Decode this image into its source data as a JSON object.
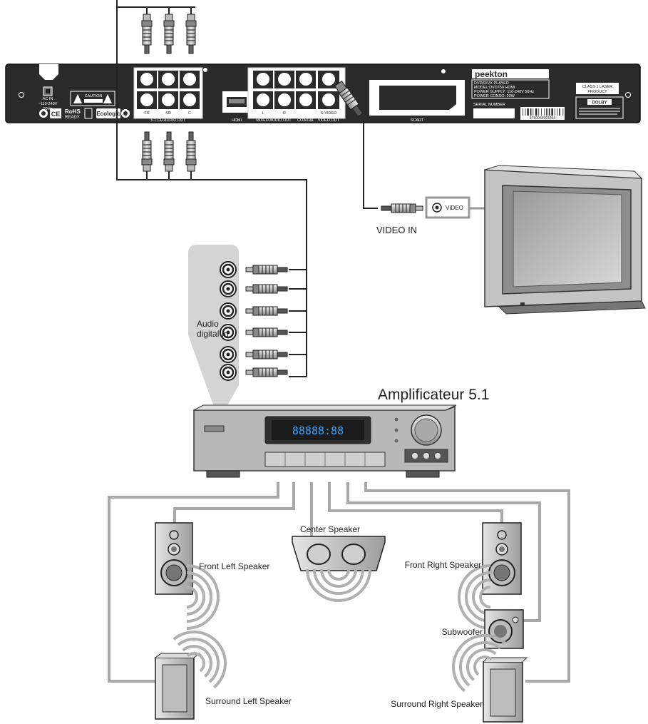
{
  "dvd_player": {
    "brand": "peekton",
    "info_lines": [
      "DVD/DIVX PLAYER",
      "MODEL:DVD750 HDMI",
      "POWER SUPPLY: 110-240V 50Hz",
      "POWER CONSO: 20W"
    ],
    "serial_label": "SERIAL NUMBER",
    "laser_label": [
      "CLASS 1 LASER",
      "PRODUCT"
    ],
    "ac_in": [
      "AC IN",
      "~110-240V",
      "50Hz"
    ],
    "caution": "CAUTION",
    "rohs": [
      "RoHS",
      "READY"
    ],
    "ecologic": "Ecologic",
    "dolby": "DOLBY",
    "barcode_number": "3760065991854",
    "ports": {
      "audio_51": "5.1 CH AUDIO OUT",
      "fr": "FR",
      "sr": "SR",
      "c": "C",
      "hdmi": "HDMI",
      "mixed_audio": "MIXED AUDIO OUT",
      "l": "L",
      "r": "R",
      "coaxial": "COAXIAL",
      "video_out": "VIDEO OUT",
      "svideo": "S-VIDEO",
      "scart": "SCART"
    }
  },
  "labels": {
    "video_in": "VIDEO IN",
    "tv_video": "VIDEO",
    "audio_digital_in": [
      "Audio",
      "digital In"
    ],
    "amplifier": "Amplificateur 5.1",
    "amp_display": "88888:88",
    "center_speaker": "Center Speaker",
    "front_left": "Front Left Speaker",
    "front_right": "Front Right Speaker",
    "subwoofer": "Subwoofer",
    "surround_left": "Surround Left Speaker",
    "surround_right": "Surround Right Speaker"
  },
  "colors": {
    "panel": "#2b2b2b",
    "cable": "#222222",
    "speaker_cable": "#a8a8a8",
    "callout": "#d4d4d4",
    "device_silver": "#c8c8c8",
    "display_blue": "#3aa6ff"
  }
}
